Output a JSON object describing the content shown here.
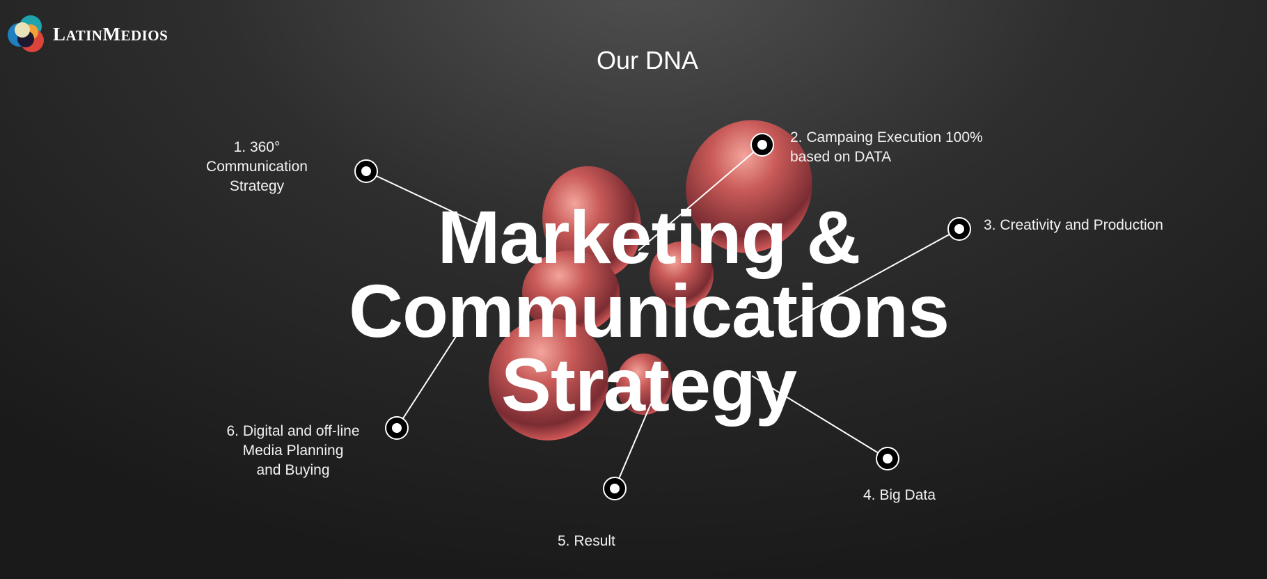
{
  "brand": {
    "name_initial_1": "L",
    "name_rest_1": "ATIN",
    "name_initial_2": "M",
    "name_rest_2": "EDIOS"
  },
  "subtitle": "Our DNA",
  "headline": {
    "line1": "Marketing &",
    "line2": "Communications",
    "line3": "Strategy"
  },
  "points": [
    {
      "lines": [
        "1. 360°",
        "Communication",
        "Strategy"
      ]
    },
    {
      "lines": [
        "2. Campaing Execution 100%",
        "based on DATA"
      ]
    },
    {
      "lines": [
        "3. Creativity and Production"
      ]
    },
    {
      "lines": [
        "4. Big Data"
      ]
    },
    {
      "lines": [
        "5. Result"
      ]
    },
    {
      "lines": [
        "6. Digital and off-line",
        "Media Planning",
        "and Buying"
      ]
    }
  ],
  "colors": {
    "background": "#2a2a2a",
    "blob": "#d9575a",
    "text": "#ffffff"
  }
}
